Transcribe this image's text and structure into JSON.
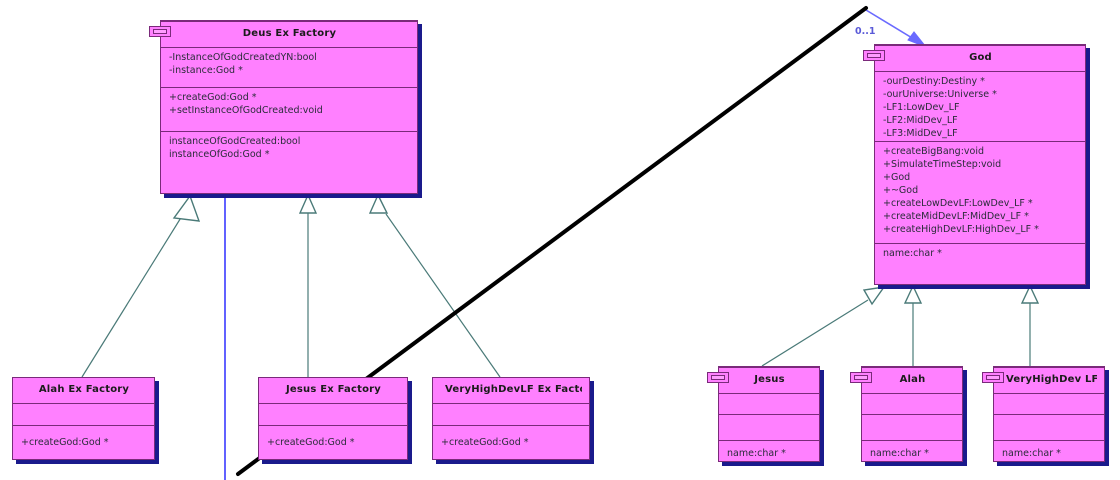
{
  "diagram": {
    "type": "uml-class-diagram",
    "background": "#ffffff",
    "class_fill": "#ff80ff",
    "class_border": "#7a2a7a",
    "shadow_color": "#1a1a8c",
    "generalization_color": "#4a7a78",
    "association_color": "#3a3aff",
    "multiplicity_color": "#5a5ad8",
    "freehand_color": "#000000"
  },
  "classes": {
    "deus_ex_factory": {
      "title": "Deus Ex Factory",
      "attributes": [
        "-InstanceOfGodCreatedYN:bool",
        "-instance:God *"
      ],
      "operations": [
        "+createGod:God *",
        "+setInstanceOfGodCreated:void"
      ],
      "extras": [
        "instanceOfGodCreated:bool",
        "instanceOfGod:God *"
      ]
    },
    "god": {
      "title": "God",
      "attributes": [
        "-ourDestiny:Destiny *",
        "-ourUniverse:Universe *",
        "-LF1:LowDev_LF",
        "-LF2:MidDev_LF",
        "-LF3:MidDev_LF"
      ],
      "operations": [
        "+createBigBang:void",
        "+SimulateTimeStep:void",
        "+God",
        "+~God",
        "+createLowDevLF:LowDev_LF *",
        "+createMidDevLF:MidDev_LF *",
        "+createHighDevLF:HighDev_LF *"
      ],
      "extras": [
        "name:char *"
      ]
    },
    "alah_ex_factory": {
      "title": "Alah Ex Factory",
      "attributes": [],
      "operations": [
        "+createGod:God *"
      ]
    },
    "jesus_ex_factory": {
      "title": "Jesus Ex Factory",
      "attributes": [],
      "operations": [
        "+createGod:God *"
      ]
    },
    "veryhighdevlf_ex_factory": {
      "title": "VeryHighDevLF Ex Factory",
      "attributes": [],
      "operations": [
        "+createGod:God *"
      ]
    },
    "jesus": {
      "title": "Jesus",
      "attributes": [],
      "operations": [],
      "extras": [
        "name:char *"
      ]
    },
    "alah": {
      "title": "Alah",
      "attributes": [],
      "operations": [],
      "extras": [
        "name:char *"
      ]
    },
    "veryhighdev_lf": {
      "title": "VeryHighDev LF",
      "attributes": [],
      "operations": [],
      "extras": [
        "name:char *"
      ]
    }
  },
  "relationships": {
    "association_multiplicity": "0..1",
    "generalizations": [
      {
        "from": "alah_ex_factory",
        "to": "deus_ex_factory"
      },
      {
        "from": "jesus_ex_factory",
        "to": "deus_ex_factory"
      },
      {
        "from": "veryhighdevlf_ex_factory",
        "to": "deus_ex_factory"
      },
      {
        "from": "jesus",
        "to": "god"
      },
      {
        "from": "alah",
        "to": "god"
      },
      {
        "from": "veryhighdev_lf",
        "to": "god"
      }
    ],
    "associations": [
      {
        "from": "deus_ex_factory",
        "to": "god",
        "multiplicity": "0..1"
      }
    ]
  }
}
